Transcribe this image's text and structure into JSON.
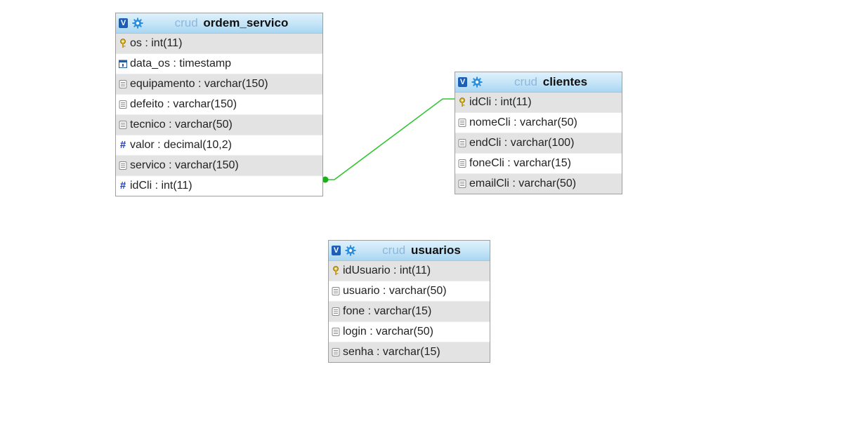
{
  "tables": [
    {
      "id": "ordem_servico",
      "db": "crud",
      "name": "ordem_servico",
      "columns": [
        {
          "text": "os : int(11)",
          "icon": "primary-key-icon"
        },
        {
          "text": "data_os : timestamp",
          "icon": "calendar-icon"
        },
        {
          "text": "equipamento : varchar(150)",
          "icon": "text-field-icon"
        },
        {
          "text": "defeito : varchar(150)",
          "icon": "text-field-icon"
        },
        {
          "text": "tecnico : varchar(50)",
          "icon": "text-field-icon"
        },
        {
          "text": "valor : decimal(10,2)",
          "icon": "numeric-icon"
        },
        {
          "text": "servico : varchar(150)",
          "icon": "text-field-icon"
        },
        {
          "text": "idCli : int(11)",
          "icon": "numeric-icon"
        }
      ]
    },
    {
      "id": "clientes",
      "db": "crud",
      "name": "clientes",
      "columns": [
        {
          "text": "idCli : int(11)",
          "icon": "primary-key-icon"
        },
        {
          "text": "nomeCli : varchar(50)",
          "icon": "text-field-icon"
        },
        {
          "text": "endCli : varchar(100)",
          "icon": "text-field-icon"
        },
        {
          "text": "foneCli : varchar(15)",
          "icon": "text-field-icon"
        },
        {
          "text": "emailCli : varchar(50)",
          "icon": "text-field-icon"
        }
      ]
    },
    {
      "id": "usuarios",
      "db": "crud",
      "name": "usuarios",
      "columns": [
        {
          "text": "idUsuario : int(11)",
          "icon": "primary-key-icon"
        },
        {
          "text": "usuario : varchar(50)",
          "icon": "text-field-icon"
        },
        {
          "text": "fone : varchar(15)",
          "icon": "text-field-icon"
        },
        {
          "text": "login : varchar(50)",
          "icon": "text-field-icon"
        },
        {
          "text": "senha : varchar(15)",
          "icon": "text-field-icon"
        }
      ]
    }
  ],
  "relations": [
    {
      "from_table": "ordem_servico",
      "from_column": "idCli",
      "to_table": "clientes",
      "to_column": "idCli",
      "color": "#35c335"
    }
  ],
  "colors": {
    "header": "#c4e4f7",
    "toggle": "#1d5fb6",
    "relation": "#35c335",
    "row_alt": "#e3e3e3"
  }
}
